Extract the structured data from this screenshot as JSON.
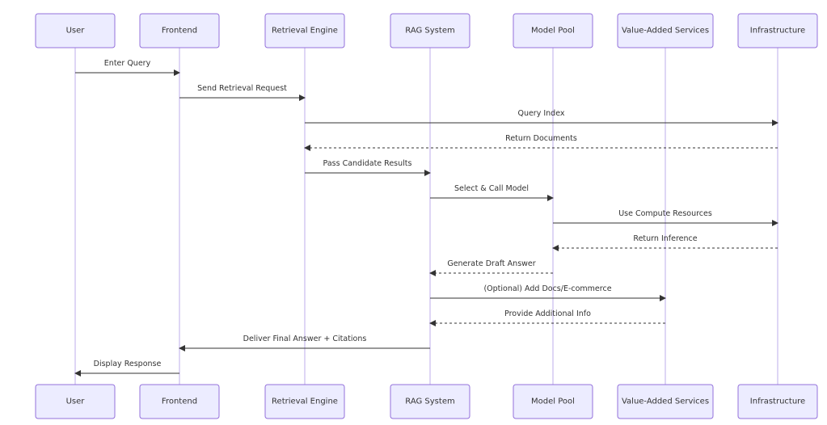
{
  "participants": [
    {
      "id": "user",
      "label": "User"
    },
    {
      "id": "frontend",
      "label": "Frontend"
    },
    {
      "id": "retrieval",
      "label": "Retrieval Engine"
    },
    {
      "id": "rag",
      "label": "RAG System"
    },
    {
      "id": "model",
      "label": "Model Pool"
    },
    {
      "id": "vas",
      "label": "Value-Added Services"
    },
    {
      "id": "infra",
      "label": "Infrastructure"
    }
  ],
  "messages": [
    {
      "from": "user",
      "to": "frontend",
      "label": "Enter Query",
      "style": "solid"
    },
    {
      "from": "frontend",
      "to": "retrieval",
      "label": "Send Retrieval Request",
      "style": "solid"
    },
    {
      "from": "retrieval",
      "to": "infra",
      "label": "Query Index",
      "style": "solid"
    },
    {
      "from": "infra",
      "to": "retrieval",
      "label": "Return Documents",
      "style": "dashed"
    },
    {
      "from": "retrieval",
      "to": "rag",
      "label": "Pass Candidate Results",
      "style": "solid"
    },
    {
      "from": "rag",
      "to": "model",
      "label": "Select & Call Model",
      "style": "solid"
    },
    {
      "from": "model",
      "to": "infra",
      "label": "Use Compute Resources",
      "style": "solid"
    },
    {
      "from": "infra",
      "to": "model",
      "label": "Return Inference",
      "style": "dashed"
    },
    {
      "from": "model",
      "to": "rag",
      "label": "Generate Draft Answer",
      "style": "dashed"
    },
    {
      "from": "rag",
      "to": "vas",
      "label": "(Optional) Add Docs/E-commerce",
      "style": "solid"
    },
    {
      "from": "vas",
      "to": "rag",
      "label": "Provide Additional Info",
      "style": "dashed"
    },
    {
      "from": "rag",
      "to": "frontend",
      "label": "Deliver Final Answer + Citations",
      "style": "solid"
    },
    {
      "from": "frontend",
      "to": "user",
      "label": "Display Response",
      "style": "solid"
    }
  ]
}
